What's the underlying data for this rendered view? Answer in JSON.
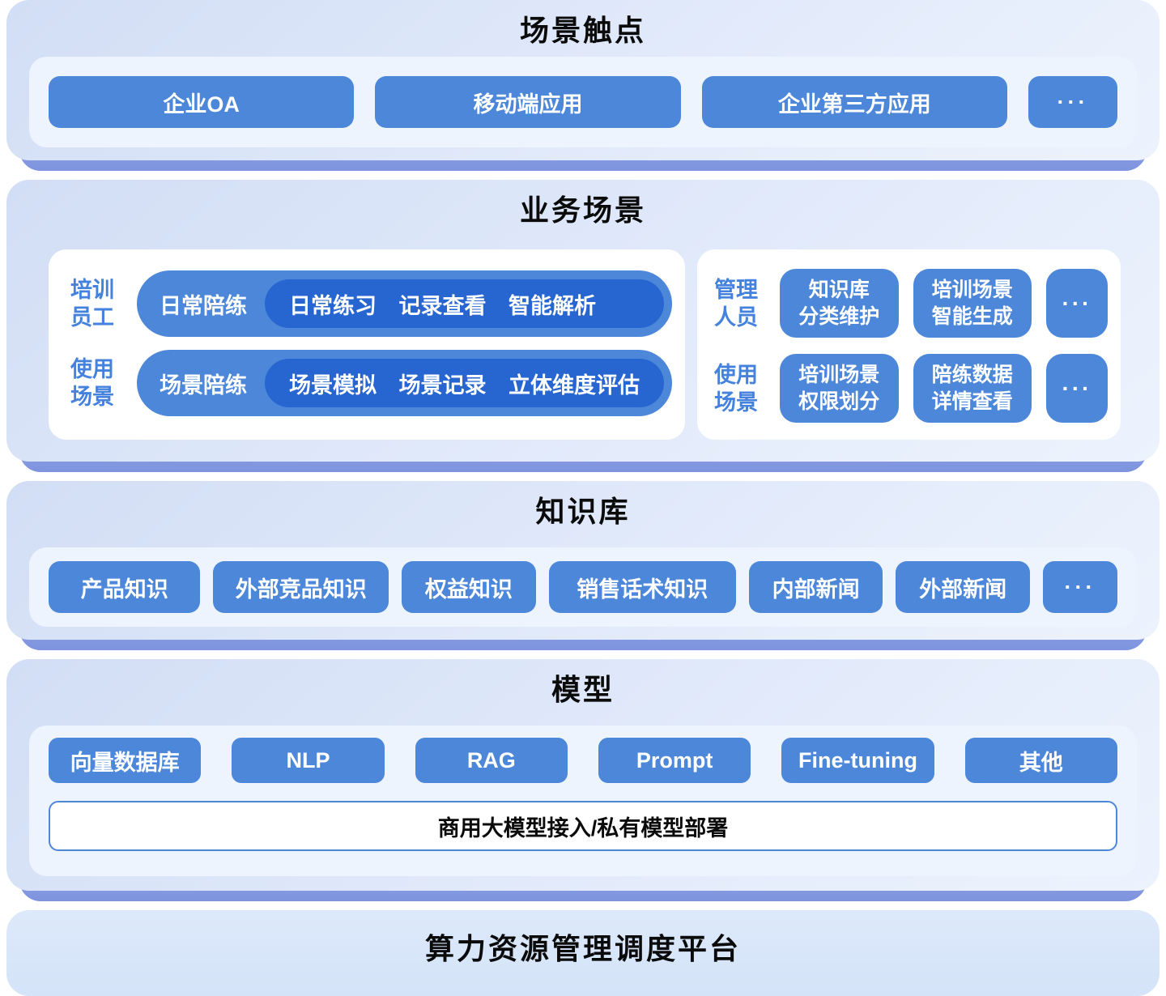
{
  "colors": {
    "chip_blue": "#4c87d9",
    "chip_dark_blue": "#2766d0",
    "label_blue": "#4482dd",
    "card_lavender_top": "#d2def5",
    "card_lavender_bottom": "#edf3fd",
    "shadow_periwinkle": "#8297e1",
    "panel_tint": "#eef4fd",
    "panel_white": "#ffffff",
    "title_black": "#0b0b0b",
    "bar_border": "#4c87d9"
  },
  "touchpoints": {
    "title": "场景触点",
    "chips": [
      "企业OA",
      "移动端应用",
      "企业第三方应用"
    ],
    "ellipsis": "···"
  },
  "business": {
    "title": "业务场景",
    "left_rows": [
      {
        "label": "培训\n员工",
        "pill": "日常陪练",
        "items": "日常练习 记录查看 智能解析"
      },
      {
        "label": "使用\n场景",
        "pill": "场景陪练",
        "items": "场景模拟 场景记录 立体维度评估"
      }
    ],
    "right_rows": [
      {
        "label": "管理\n人员",
        "chips": [
          "知识库\n分类维护",
          "培训场景\n智能生成"
        ],
        "ellipsis": "···"
      },
      {
        "label": "使用\n场景",
        "chips": [
          "培训场景\n权限划分",
          "陪练数据\n详情查看"
        ],
        "ellipsis": "···"
      }
    ]
  },
  "knowledge": {
    "title": "知识库",
    "chips": [
      "产品知识",
      "外部竞品知识",
      "权益知识",
      "销售话术知识",
      "内部新闻",
      "外部新闻"
    ],
    "ellipsis": "···"
  },
  "model": {
    "title": "模型",
    "chips": [
      "向量数据库",
      "NLP",
      "RAG",
      "Prompt",
      "Fine-tuning",
      "其他"
    ],
    "bar": "商用大模型接入/私有模型部署"
  },
  "platform": {
    "title": "算力资源管理调度平台"
  }
}
